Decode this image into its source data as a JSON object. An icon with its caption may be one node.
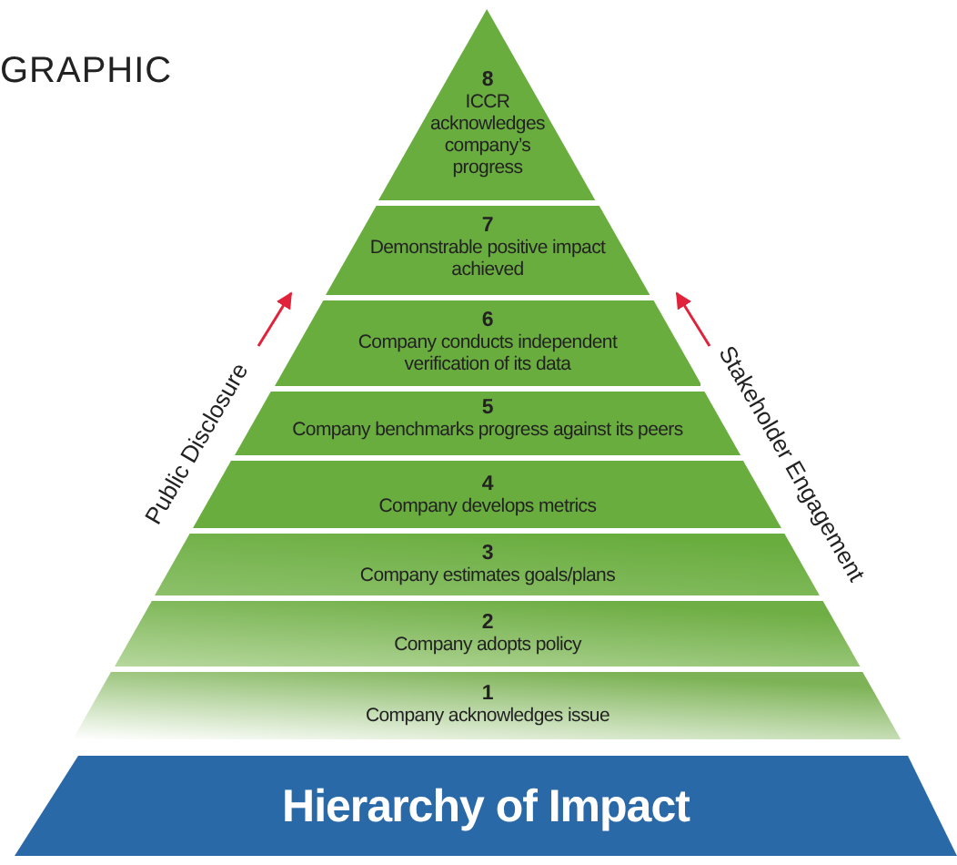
{
  "diagram": {
    "nodes": [
      {
        "text": [
          "8",
          "ICCR acknowledges company’s progress"
        ]
      },
      {
        "text": [
          "7",
          "Demonstrable positive impact achieved"
        ]
      },
      {
        "text": [
          "6",
          "Company conducts independent verification of its data"
        ]
      },
      {
        "text": [
          "5",
          "Company benchmarks progress against its peers"
        ]
      },
      {
        "text": [
          "4",
          "Company develops metrics"
        ]
      },
      {
        "text": [
          "3",
          "Company estimates goals/plans"
        ]
      },
      {
        "text": [
          "2",
          "Company adopts policy"
        ]
      },
      {
        "text": [
          "1",
          "Company acknowledges issue"
        ]
      },
      {
        "text": [
          "Hierarchy of Impact"
        ]
      }
    ],
    "labels": [
      "GRAPHIC",
      "Public Disclosure",
      "Stakeholder Engagement"
    ]
  }
}
